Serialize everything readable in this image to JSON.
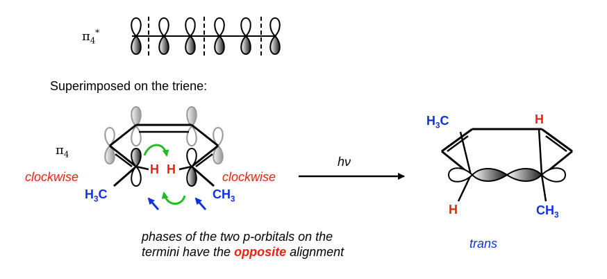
{
  "orbital_diagram": {
    "pi4_star_symbol": "π",
    "pi4_star_sub": "4",
    "pi4_star_sup": "*",
    "heading": "Superimposed on the triene:",
    "pi4_symbol": "π",
    "pi4_sub": "4",
    "left_rotation": "clockwise",
    "right_rotation": "clockwise",
    "h_left": "H",
    "h_right": "H",
    "h3c_left_main": "H",
    "h3c_left_sub": "3",
    "h3c_left_tail": "C",
    "ch3_right_main": "CH",
    "ch3_right_sub": "3",
    "arrow_label": "hν",
    "caption_line1": "phases of the two p-orbitals on the",
    "caption_line2_pre": "termini have the",
    "caption_emphasis": "opposite",
    "caption_line2_post": "alignment"
  },
  "product": {
    "h3c_main": "H",
    "h3c_sub": "3",
    "h3c_tail": "C",
    "h_top": "H",
    "h_bottom": "H",
    "ch3_main": "CH",
    "ch3_sub": "3",
    "stereo_label": "trans"
  },
  "colors": {
    "red": "#ee2211",
    "blue": "#1133dd",
    "green": "#22bb22",
    "lobe_gray": "#aaaaaa"
  }
}
